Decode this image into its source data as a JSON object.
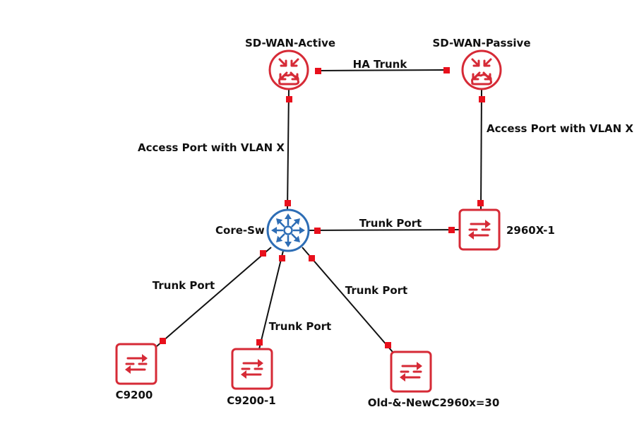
{
  "nodes": {
    "sdwan_active": {
      "label": "SD-WAN-Active",
      "icon": "router-icon",
      "color": "#d62a36"
    },
    "sdwan_passive": {
      "label": "SD-WAN-Passive",
      "icon": "router-icon",
      "color": "#d62a36"
    },
    "core_sw": {
      "label": "Core-Sw",
      "icon": "layer3-switch-icon",
      "color": "#2d6db5"
    },
    "sw_2960x_1": {
      "label": "2960X-1",
      "icon": "switch-icon",
      "color": "#d62a36"
    },
    "c9200": {
      "label": "C9200",
      "icon": "switch-icon",
      "color": "#d62a36"
    },
    "c9200_1": {
      "label": "C9200-1",
      "icon": "switch-icon",
      "color": "#d62a36"
    },
    "old_new_c2960x": {
      "label": "Old-&-NewC2960x=30",
      "icon": "switch-icon",
      "color": "#d62a36"
    }
  },
  "links": {
    "ha": {
      "label": "HA Trunk",
      "from": "SD-WAN-Active",
      "to": "SD-WAN-Passive"
    },
    "active_core": {
      "label": "Access Port with VLAN X",
      "from": "SD-WAN-Active",
      "to": "Core-Sw"
    },
    "passive_2960x": {
      "label": "Access Port with VLAN X",
      "from": "SD-WAN-Passive",
      "to": "2960X-1"
    },
    "core_2960x": {
      "label": "Trunk Port",
      "from": "Core-Sw",
      "to": "2960X-1"
    },
    "core_c9200": {
      "label": "Trunk Port",
      "from": "Core-Sw",
      "to": "C9200"
    },
    "core_c9200_1": {
      "label": "Trunk Port",
      "from": "Core-Sw",
      "to": "C9200-1"
    },
    "core_old_new": {
      "label": "Trunk Port",
      "from": "Core-Sw",
      "to": "Old-&-NewC2960x=30"
    }
  },
  "colors": {
    "port": "#e8101c",
    "line": "#111111",
    "router": "#d62a36",
    "core": "#2d6db5"
  }
}
